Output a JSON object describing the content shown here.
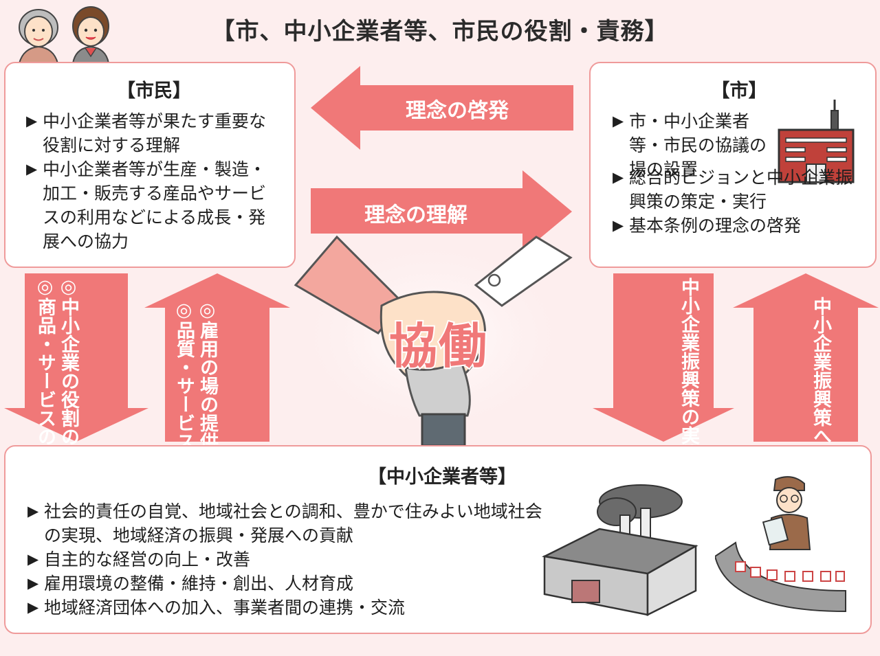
{
  "title": "【市、中小企業者等、市民の役割・責務】",
  "center_label": "協働",
  "arrows": {
    "left_label": "理念の啓発",
    "right_label": "理念の理解"
  },
  "citizen": {
    "title": "【市民】",
    "items": [
      "中小企業者等が果たす重要な役割に対する理解",
      "中小企業者等が生産・製造・加工・販売する産品やサービスの利用などによる成長・発展への協力"
    ]
  },
  "city": {
    "title": "【市】",
    "items": [
      "市・中小企業者等・市民の協議の場の設置",
      "総合的ビジョンと中小企業振興策の策定・実行",
      "基本条例の理念の啓発"
    ]
  },
  "sme": {
    "title": "【中小企業者等】",
    "items": [
      "社会的責任の自覚、地域社会との調和、豊かで住みよい地域社会の実現、地域経済の振興・発展への貢献",
      "自主的な経営の向上・改善",
      "雇用環境の整備・維持・創出、人材育成",
      "地域経済団体への加入、事業者間の連携・交流"
    ]
  },
  "vertical_arrows": {
    "citizen_down": "◎中小企業の役割の理解\n◎商品・サービスの利用",
    "citizen_up": "◎雇用の場の提供\n◎品質・サービスの向上",
    "city_down": "中小企業振興策の実施による支援",
    "city_up": "中小企業振興策への連携・協力"
  },
  "colors": {
    "arrow": "#f07878",
    "border": "#ef9a9a",
    "background": "#fdeeee",
    "center_text": "#f07878"
  }
}
